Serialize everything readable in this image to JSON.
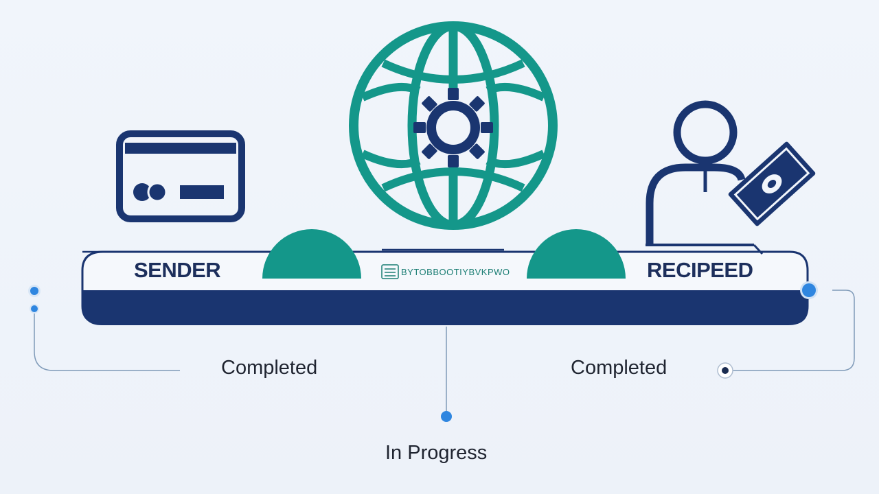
{
  "colors": {
    "navy": "#1a3570",
    "teal": "#14978a",
    "connector": "#7f9ab8",
    "dot": "#2f86e0",
    "background": "#eef3fa"
  },
  "icons": {
    "sender": "credit-card-icon",
    "network": "globe-gear-icon",
    "recipient": "user-banknote-icon"
  },
  "labels": {
    "sender": "SENDER",
    "recipient": "RECIPEED",
    "middle_text": "BYTOBBOOTIYBVKPWO"
  },
  "statuses": {
    "left": "Completed",
    "center": "In Progress",
    "right": "Completed"
  }
}
